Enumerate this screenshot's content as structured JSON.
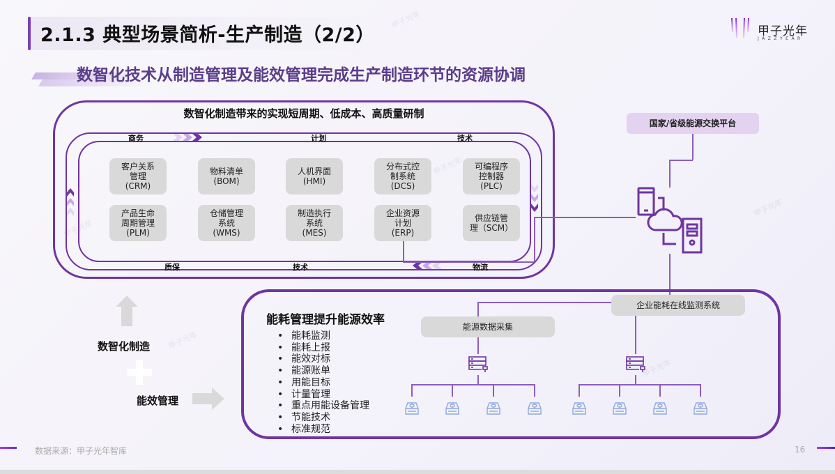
{
  "header": {
    "title": "2.1.3 典型场景简析-生产制造（2/2）",
    "subtitle": "数智化技术从制造管理及能效管理完成生产制造环节的资源协调"
  },
  "logo": {
    "cn": "甲子光年",
    "en": "JAZZYEAR"
  },
  "colors": {
    "accent": "#6f35a0",
    "box_gray": "#d9d9d9",
    "platform_bg": "#e4d3f0"
  },
  "manufacturing": {
    "heading": "数智化制造带来的实现短周期、低成本、高质量研制",
    "ring_labels": {
      "top": [
        "商务",
        "计划",
        "技术"
      ],
      "bottom": [
        "质保",
        "技术",
        "物流"
      ]
    },
    "systems_row1": [
      {
        "line1": "客户关系",
        "line2": "管理",
        "line3": "(CRM)"
      },
      {
        "line1": "物料清单",
        "line2": "(BOM)",
        "line3": ""
      },
      {
        "line1": "人机界面",
        "line2": "(HMI)",
        "line3": ""
      },
      {
        "line1": "分布式控",
        "line2": "制系统",
        "line3": "(DCS)"
      },
      {
        "line1": "可编程序",
        "line2": "控制器",
        "line3": "(PLC)"
      }
    ],
    "systems_row2": [
      {
        "line1": "产品生命",
        "line2": "周期管理",
        "line3": "(PLM)"
      },
      {
        "line1": "仓储管理",
        "line2": "系统",
        "line3": "(WMS)"
      },
      {
        "line1": "制造执行",
        "line2": "系统",
        "line3": "(MES)"
      },
      {
        "line1": "企业资源",
        "line2": "计划",
        "line3": "(ERP)"
      },
      {
        "line1": "供应链管",
        "line2": "理（SCM）",
        "line3": ""
      }
    ]
  },
  "platform": {
    "label": "国家/省级能源交换平台"
  },
  "left_flow": {
    "top_label": "数智化制造",
    "plus": "+",
    "bottom_label": "能效管理"
  },
  "energy": {
    "heading": "能耗管理提升能源效率",
    "items": [
      "能耗监测",
      "能耗上报",
      "能效对标",
      "能源账单",
      "用能目标",
      "计量管理",
      "重点用能设备管理",
      "节能技术",
      "标准规范"
    ],
    "collect_label": "能源数据采集",
    "monitor_label": "企业能耗在线监测系统"
  },
  "footer": {
    "source": "数据来源：甲子光年智库",
    "page": "16"
  },
  "watermark": "甲子光年"
}
